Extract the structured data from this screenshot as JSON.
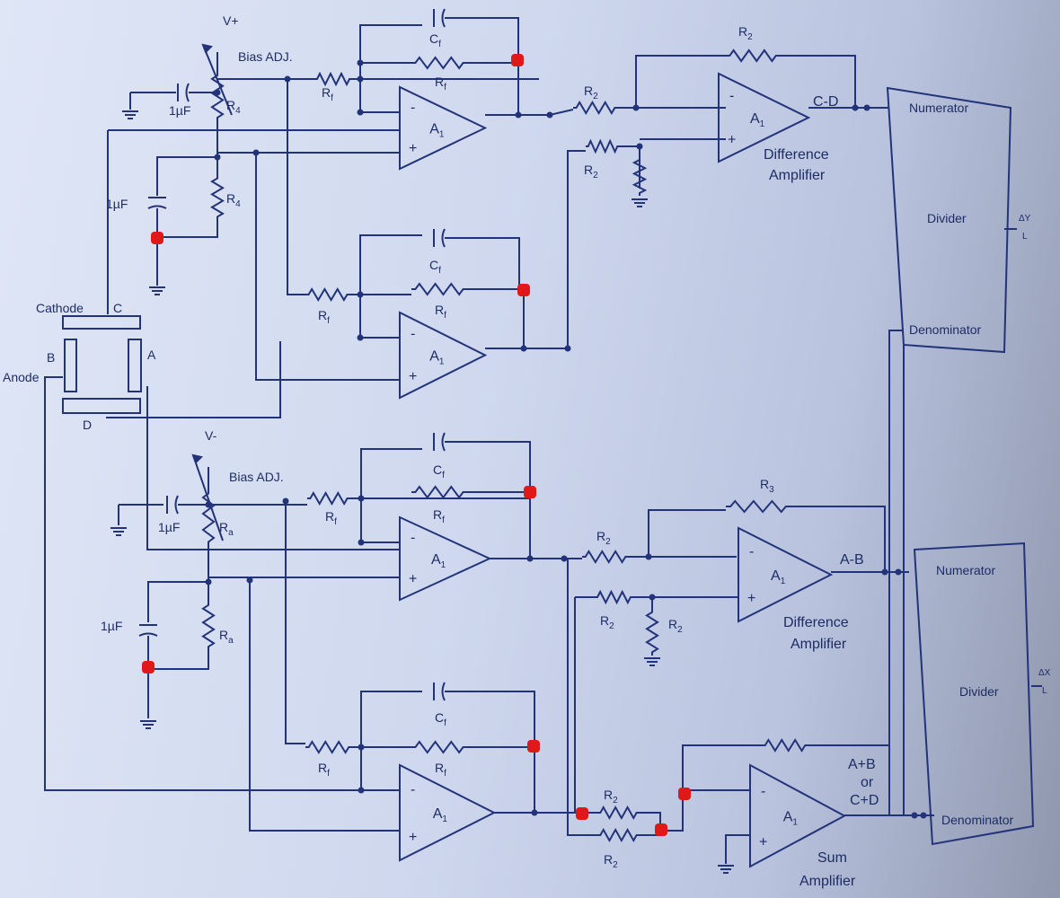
{
  "colors": {
    "ink": "#23337a",
    "marker": "#e01818",
    "paper": "#dfe6f6"
  },
  "labels": {
    "v_plus": "V+",
    "v_minus": "V-",
    "bias_adj": "Bias ADJ.",
    "cap_1uf": "1µF",
    "r4": "R",
    "r4_sub": "4",
    "ra": "R",
    "ra_sub": "a",
    "rf": "R",
    "rf_sub": "f",
    "cf": "C",
    "cf_sub": "f",
    "r2": "R",
    "r2_sub": "2",
    "r3": "R",
    "r3_sub": "3",
    "amp": "A",
    "amp_sub": "1",
    "minus": "-",
    "plus": "+",
    "cathode": "Cathode",
    "c": "C",
    "b": "B",
    "a": "A",
    "d": "D",
    "anode": "Anode",
    "c_minus_d": "C-D",
    "a_minus_b": "A-B",
    "diff_amp_line1": "Difference",
    "diff_amp_line2": "Amplifier",
    "sum_amp_line1": "Sum",
    "sum_amp_line2": "Amplifier",
    "sum_out_line1": "A+B",
    "sum_out_line2": "or",
    "sum_out_line3": "C+D",
    "numerator": "Numerator",
    "denominator": "Denominator",
    "divider": "Divider",
    "dy_l_top": "ΔY",
    "dy_l_bot": "L",
    "dx_l_top": "ΔX",
    "dx_l_bot": "L"
  }
}
